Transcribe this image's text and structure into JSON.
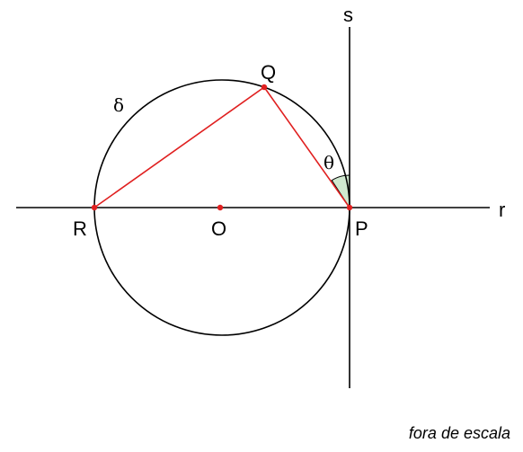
{
  "labels": {
    "line_r": "r",
    "line_s": "s",
    "circle": "δ",
    "angle": "θ",
    "point_R": "R",
    "point_O": "O",
    "point_P": "P",
    "point_Q": "Q"
  },
  "note": "fora de escala",
  "colors": {
    "lines": "#000000",
    "triangle": "#e02020",
    "points": "#e02020",
    "angle_fill": "#cfe8cf"
  }
}
